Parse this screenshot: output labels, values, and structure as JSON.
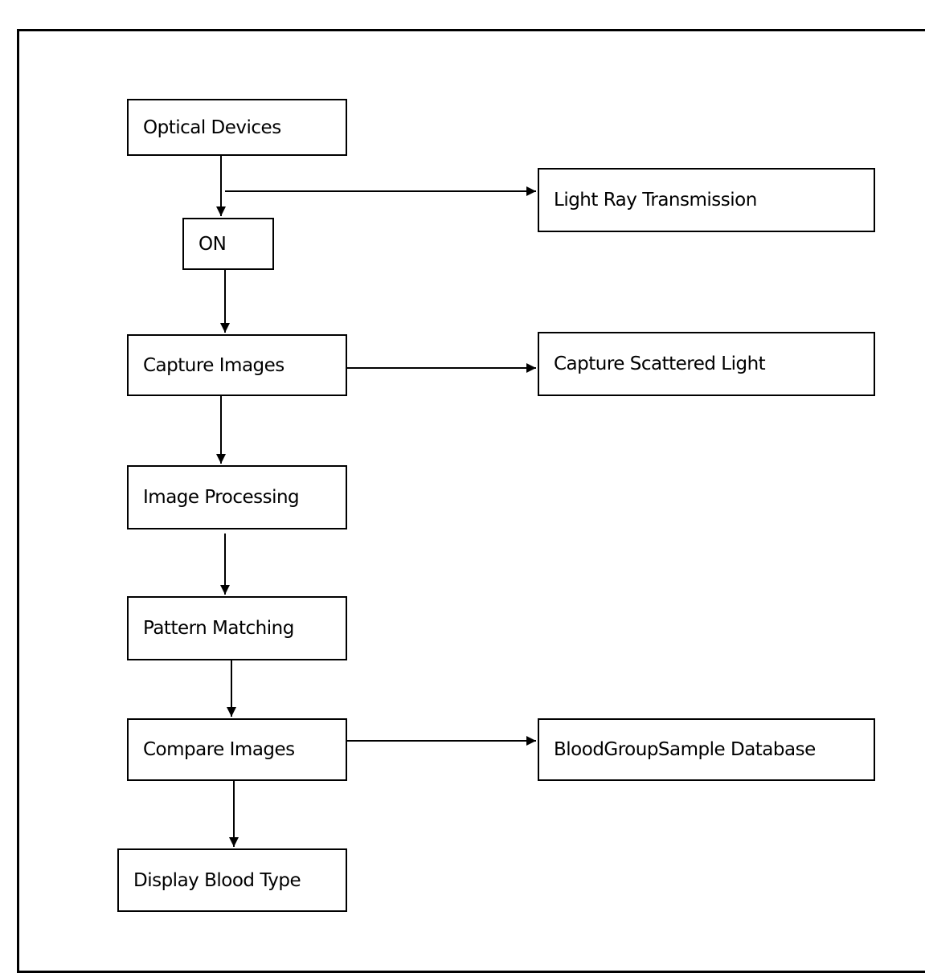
{
  "nodes": {
    "optical_devices": "Optical Devices",
    "on": "ON",
    "light_ray_transmission": "Light Ray Transmission",
    "capture_images": "Capture Images",
    "capture_scattered_light": "Capture Scattered Light",
    "image_processing": "Image Processing",
    "pattern_matching": "Pattern Matching",
    "compare_images": "Compare Images",
    "database": "BloodGroupSample Database",
    "display_blood_type": "Display Blood Type"
  },
  "edges": [
    {
      "from": "optical_devices",
      "to": "on"
    },
    {
      "from": "optical_devices",
      "to": "light_ray_transmission"
    },
    {
      "from": "on",
      "to": "capture_images"
    },
    {
      "from": "capture_images",
      "to": "capture_scattered_light"
    },
    {
      "from": "capture_images",
      "to": "image_processing"
    },
    {
      "from": "image_processing",
      "to": "pattern_matching"
    },
    {
      "from": "pattern_matching",
      "to": "compare_images"
    },
    {
      "from": "compare_images",
      "to": "database"
    },
    {
      "from": "compare_images",
      "to": "display_blood_type"
    }
  ]
}
